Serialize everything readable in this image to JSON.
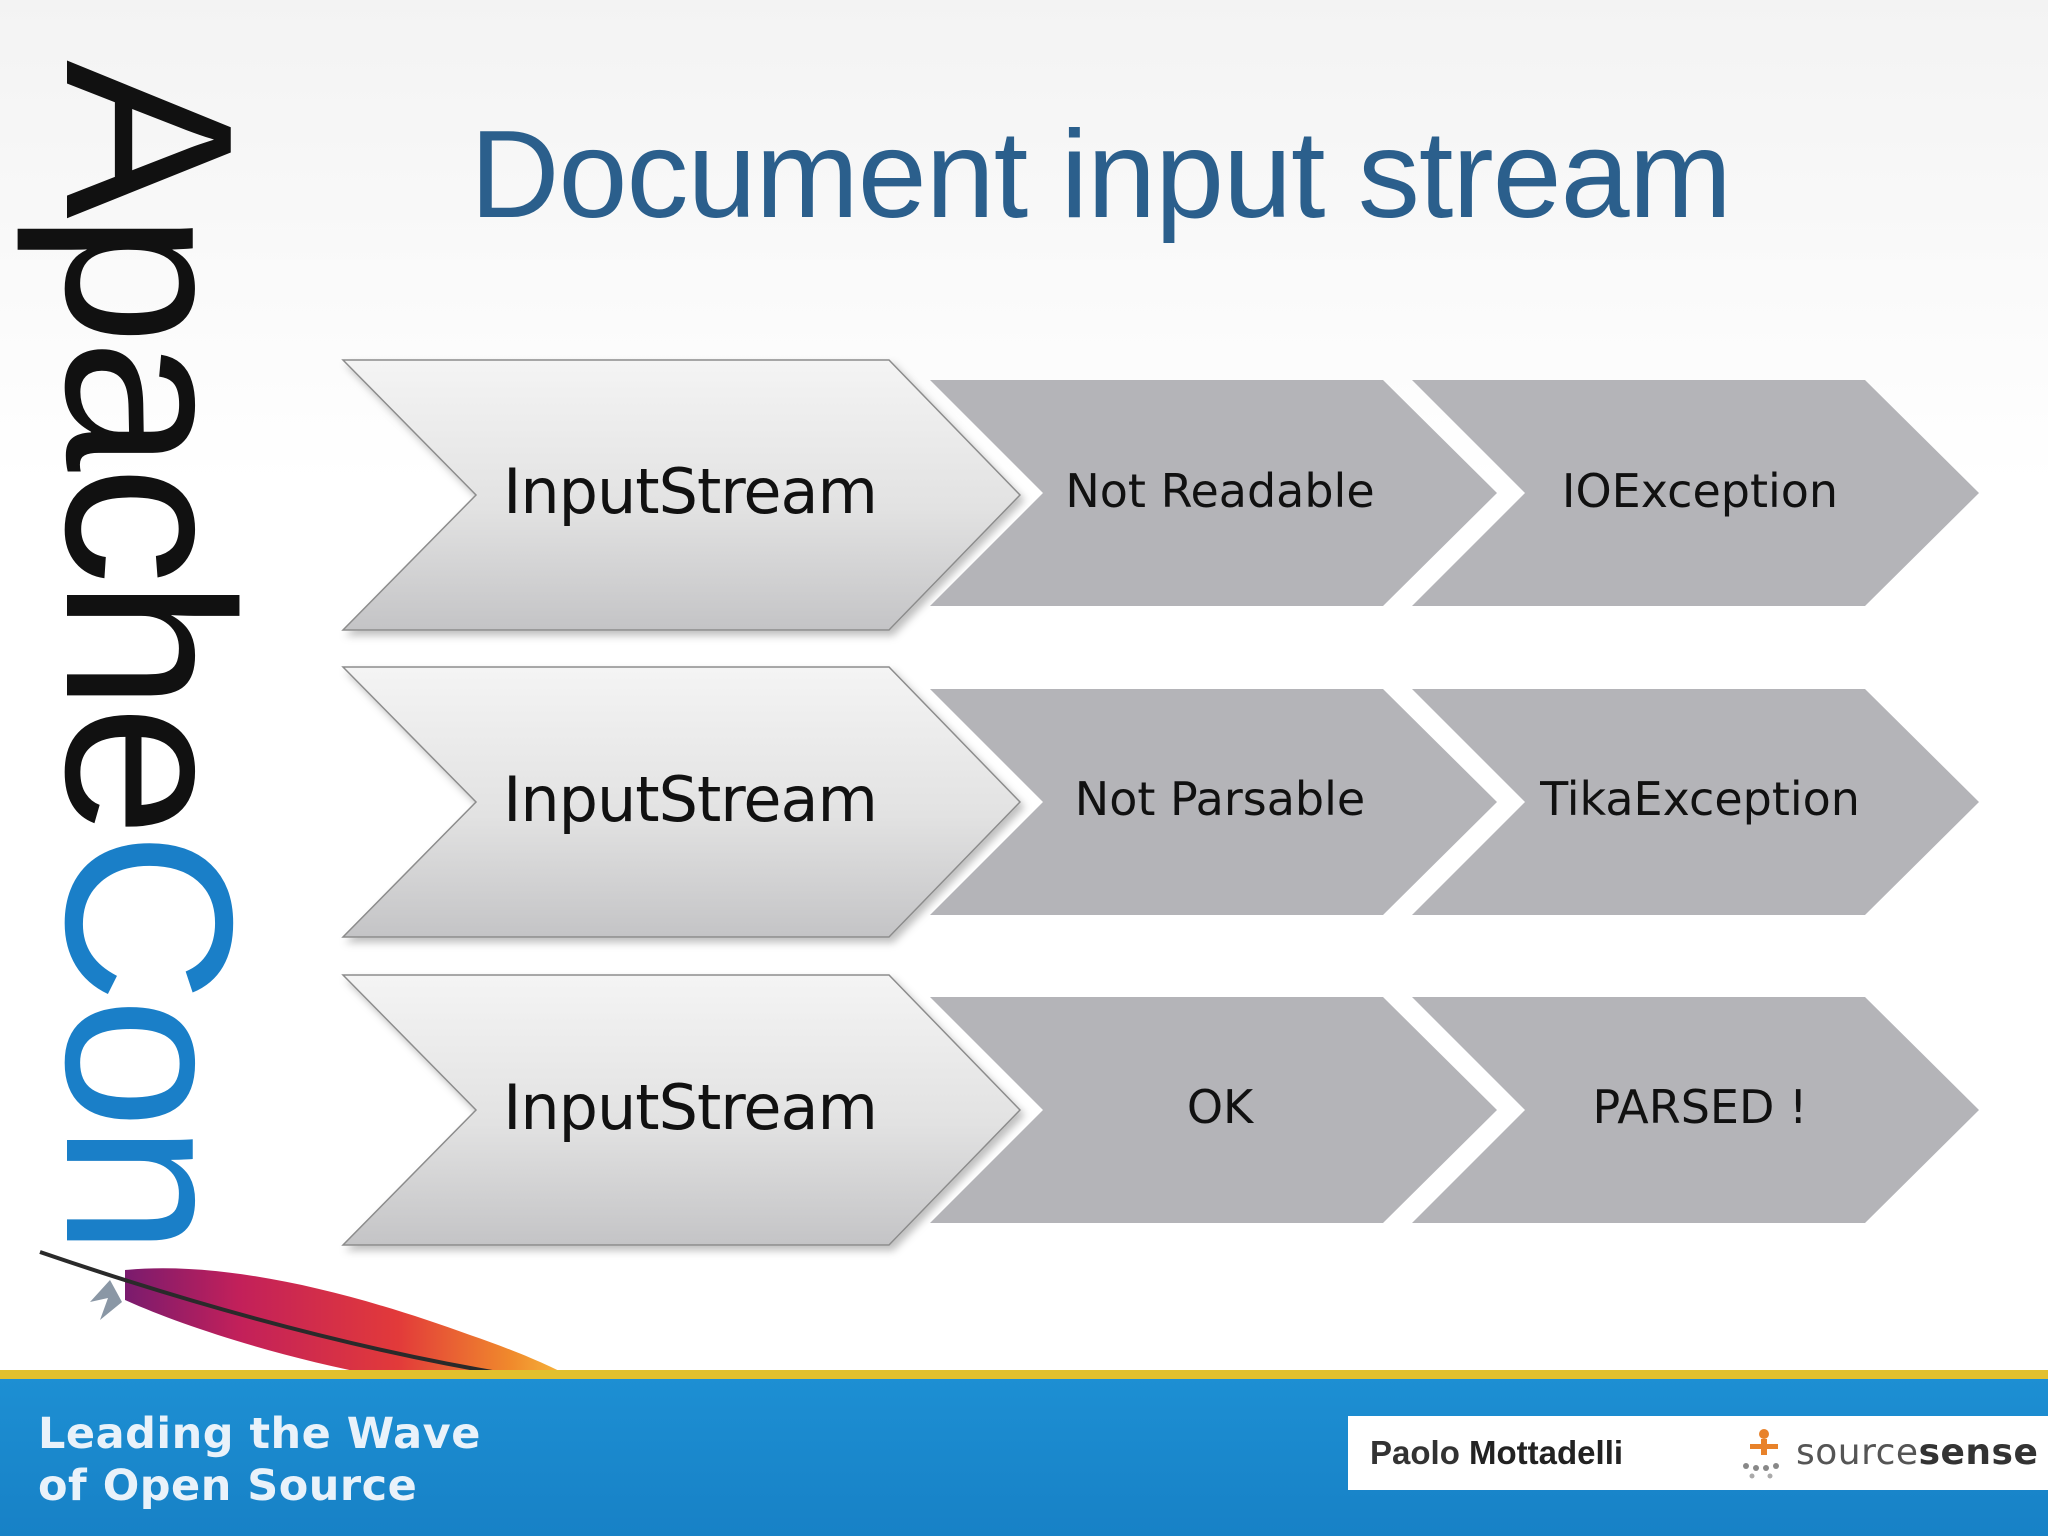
{
  "slide": {
    "title": "Document input stream",
    "logo": {
      "word_dark": "Apache",
      "word_blue": "Con"
    },
    "tagline": {
      "line1": "Leading the Wave",
      "line2": "of Open Source"
    },
    "presenter": {
      "first_name": "Paolo",
      "last_name": "Mottadelli"
    },
    "sponsor": {
      "prefix": "source",
      "suffix": "sense",
      "icon": "sourcesense-logo-icon"
    }
  },
  "diagram": {
    "rows": [
      {
        "input": "InputStream",
        "state": "Not Readable",
        "result": "IOException"
      },
      {
        "input": "InputStream",
        "state": "Not Parsable",
        "result": "TikaException"
      },
      {
        "input": "InputStream",
        "state": "OK",
        "result": "PARSED !"
      }
    ]
  },
  "colors": {
    "title": "#2b5f8c",
    "logo_blue": "#1a7fc8",
    "footer_blue": "#1781c6",
    "footer_stripe": "#e2c02e",
    "chevron_light": "#e6e6e6",
    "chevron_dark": "#b4b4b8"
  }
}
